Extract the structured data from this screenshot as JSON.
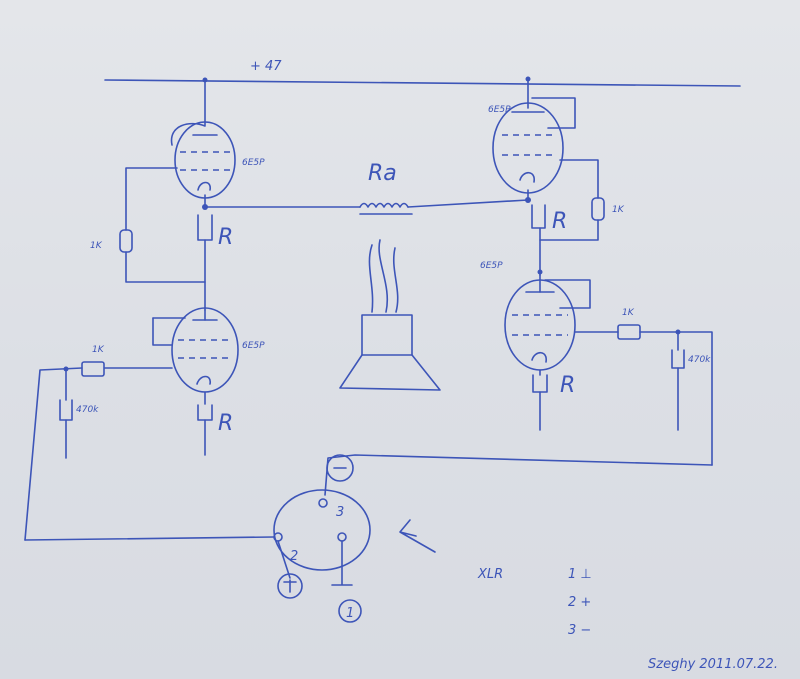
{
  "supply": "+ 47",
  "tube_type": "6E5P",
  "resistor_1k": "1K",
  "resistor_470k": "470k",
  "cathode_r": "R",
  "load": "Ra",
  "xlr": {
    "title": "XLR",
    "pins": {
      "p1": "1",
      "p2": "2",
      "p3": "3",
      "minus": "−",
      "plus": "+"
    },
    "legend": [
      "1 ⊥",
      "2 +",
      "3 −"
    ]
  },
  "signature": "Szeghy 2011.07.22."
}
